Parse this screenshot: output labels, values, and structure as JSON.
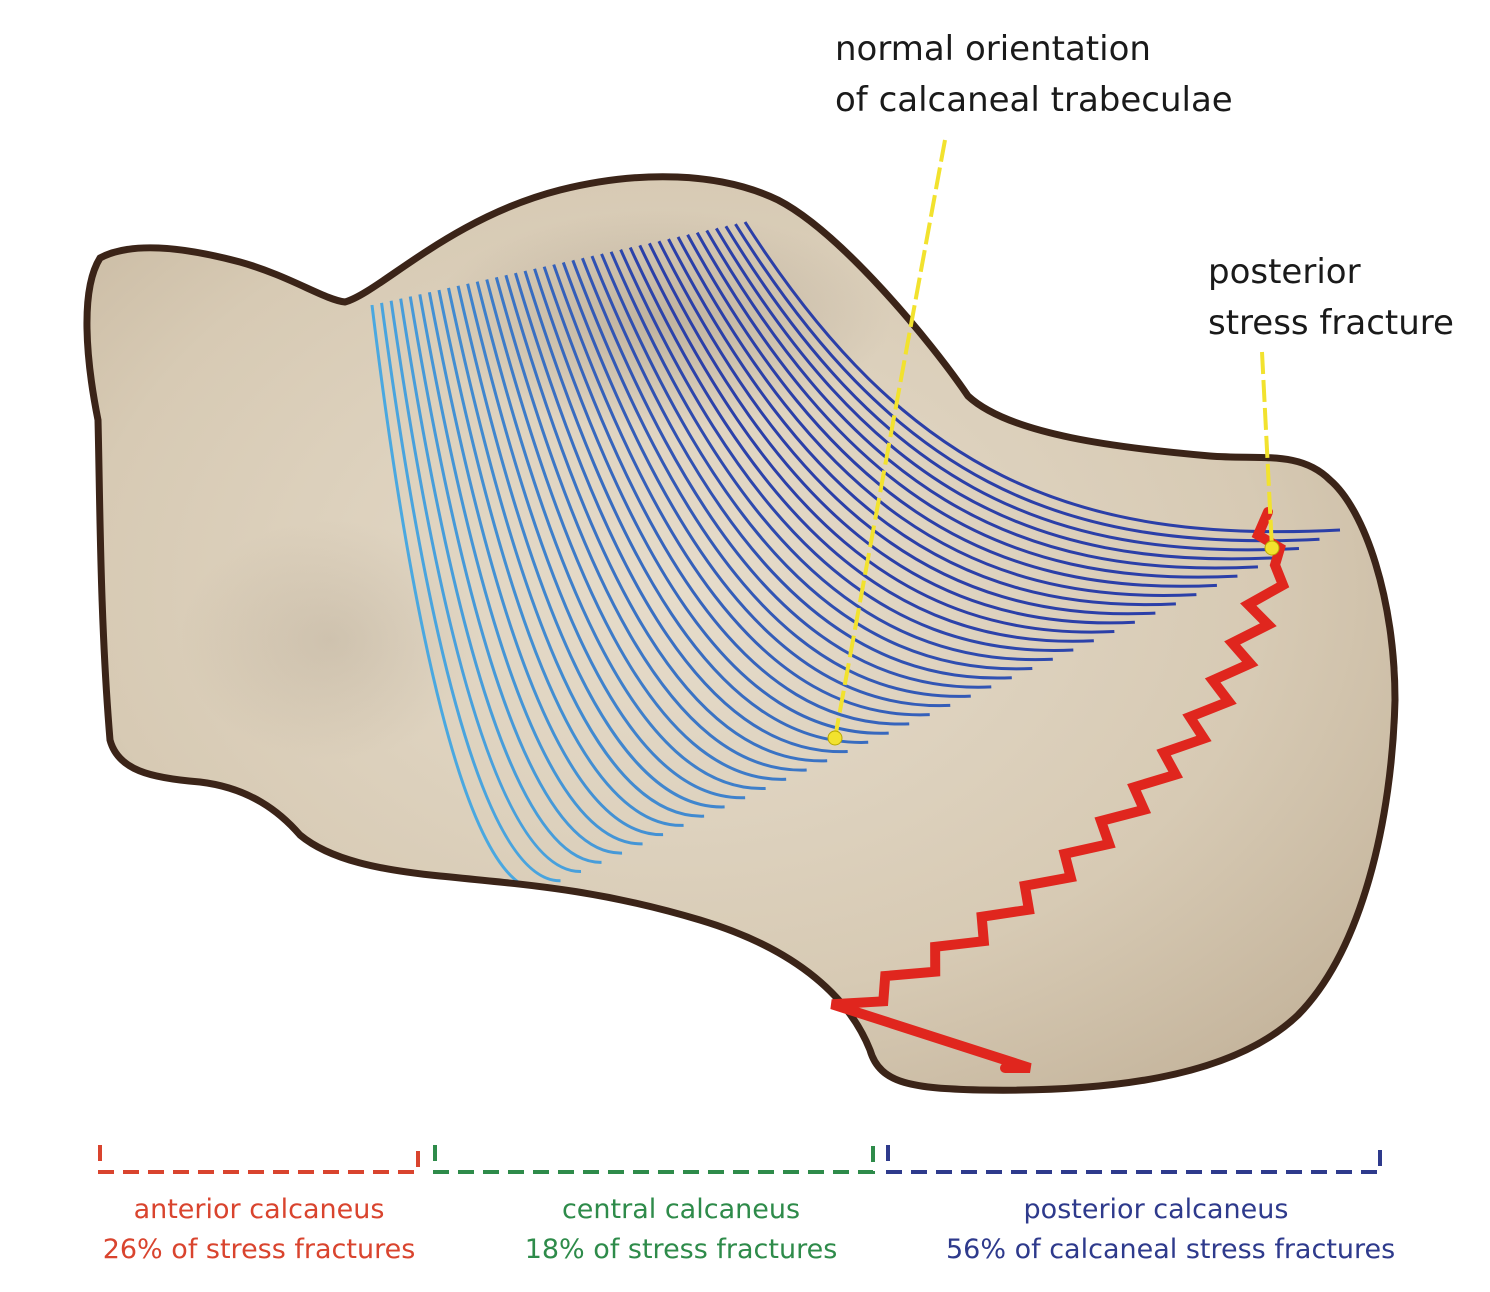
{
  "annotations": {
    "trabeculae": {
      "line1": "normal orientation",
      "line2": "of calcaneal trabeculae"
    },
    "fracture": {
      "line1": "posterior",
      "line2": "stress fracture"
    }
  },
  "regions": [
    {
      "name": "anterior calcaneus",
      "stat": "26% of stress fractures",
      "color": "#d9442e"
    },
    {
      "name": "central calcaneus",
      "stat": "18% of stress fractures",
      "color": "#2e8b4a"
    },
    {
      "name": "posterior calcaneus",
      "stat": "56% of calcaneal stress fractures",
      "color": "#2e3a8c"
    }
  ],
  "colors": {
    "bone_fill": "#d8cbb6",
    "bone_outline": "#3b2418",
    "trabeculae_anterior": "#4aa8e0",
    "trabeculae_posterior": "#2b3fa8",
    "fracture_line": "#e0261e",
    "leader_line": "#f2e22e"
  },
  "icons": [
    "calcaneus-bone-illustration"
  ]
}
